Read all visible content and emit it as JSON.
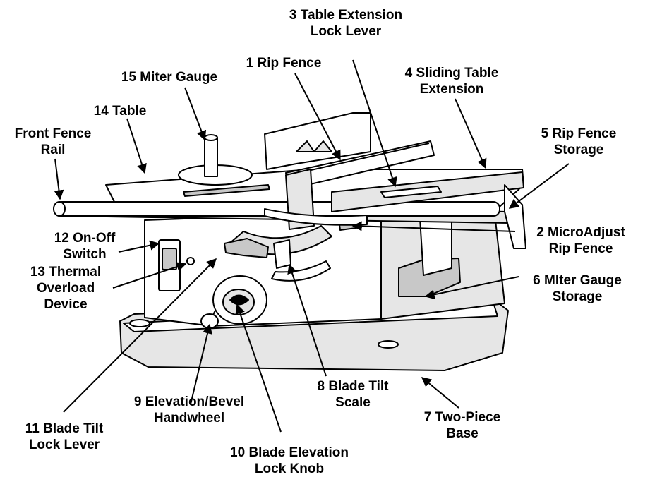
{
  "labels": {
    "rip_fence": [
      "1 Rip Fence"
    ],
    "microadjust": [
      "2 MicroAdjust",
      "Rip Fence"
    ],
    "table_ext_lock": [
      "3 Table Extension",
      "Lock Lever"
    ],
    "sliding_ext": [
      "4 Sliding Table",
      "Extension"
    ],
    "fence_storage": [
      "5 Rip Fence",
      "Storage"
    ],
    "miter_storage": [
      "6 MIter Gauge",
      "Storage"
    ],
    "base": [
      "7 Two-Piece",
      "Base"
    ],
    "tilt_scale": [
      "8 Blade Tilt",
      "Scale"
    ],
    "handwheel": [
      "9 Elevation/Bevel",
      "Handwheel"
    ],
    "elev_lock": [
      "10 Blade Elevation",
      "Lock Knob"
    ],
    "tilt_lock": [
      "11 Blade Tilt",
      "Lock Lever"
    ],
    "switch": [
      "12 On-Off",
      "Switch"
    ],
    "overload": [
      "13 Thermal",
      "Overload",
      "Device"
    ],
    "table": [
      "14 Table"
    ],
    "miter_gauge": [
      "15 Miter Gauge"
    ],
    "front_rail": [
      "Front Fence",
      "Rail"
    ]
  },
  "colors": {
    "ink": "#000000",
    "paper": "#ffffff",
    "shade": "#e6e6e6",
    "shade_dark": "#c8c8c8"
  }
}
